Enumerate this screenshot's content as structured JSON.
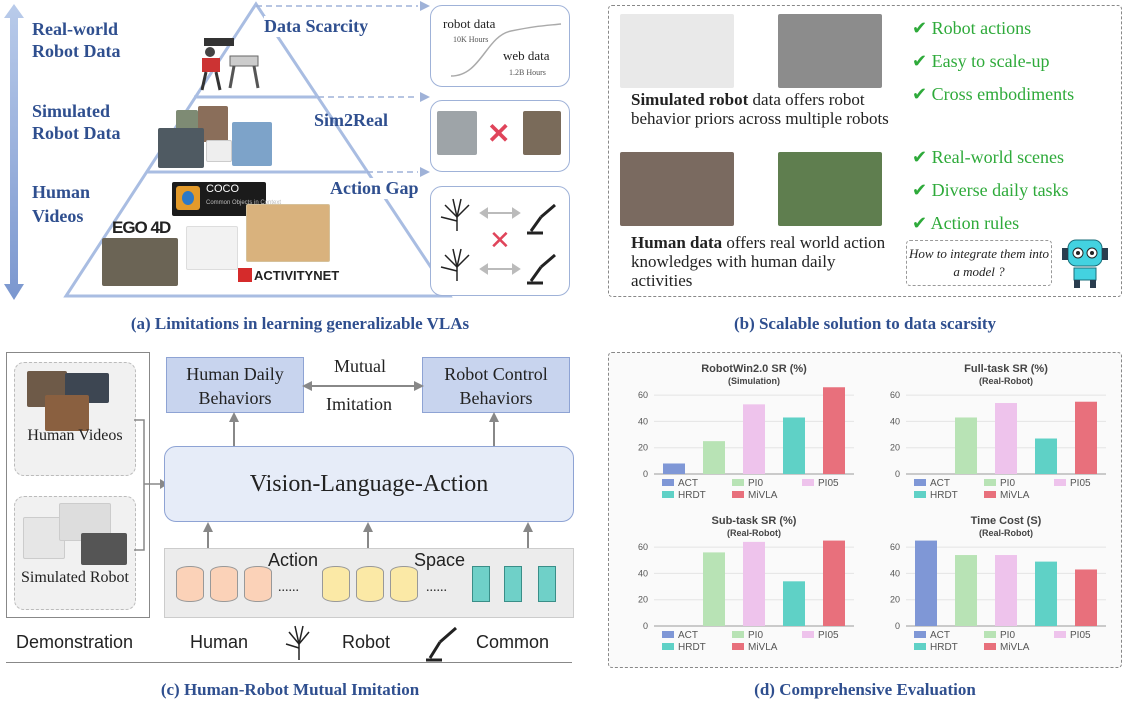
{
  "panel_a": {
    "caption": "(a) Limitations in learning generalizable VLAs",
    "left_labels": [
      "Real-world Robot Data",
      "Simulated Robot Data",
      "Human Videos"
    ],
    "gap_labels": [
      "Data Scarcity",
      "Sim2Real",
      "Action Gap"
    ],
    "robot_data": "robot data",
    "robot_hours": "10K Hours",
    "web_data": "web data",
    "web_hours": "1.2B Hours",
    "logos": {
      "coco": "COCO",
      "coco_sub": "Common Objects in Context",
      "ego": "EGO 4D",
      "activitynet": "ACTIVITYNET"
    }
  },
  "panel_b": {
    "caption": "(b) Scalable solution to data scarsity",
    "sim_bold": "Simulated robot",
    "sim_rest": " data offers robot behavior priors across multiple robots",
    "human_bold": "Human data",
    "human_rest": " offers real world action knowledges with human daily activities",
    "checks_top": [
      "Robot actions",
      "Easy to scale-up",
      "Cross embodiments"
    ],
    "checks_bottom": [
      "Real-world scenes",
      "Diverse daily tasks",
      "Action rules"
    ],
    "question": "How to integrate them into a model ?"
  },
  "panel_c": {
    "caption": "(c) Human-Robot Mutual Imitation",
    "human_videos": "Human Videos",
    "simulated_robot": "Simulated Robot",
    "demonstration": "Demonstration",
    "human_daily": "Human Daily Behaviors",
    "robot_control": "Robot Control Behaviors",
    "mutual": "Mutual",
    "imitation": "Imitation",
    "vla": "Vision-Language-Action",
    "action": "Action",
    "space": "Space",
    "dots": "......",
    "human": "Human",
    "robot": "Robot",
    "common": "Common"
  },
  "panel_d": {
    "caption": "(d) Comprehensive Evaluation"
  },
  "chart_data": [
    {
      "type": "bar",
      "title": "RobotWin2.0 SR (%)",
      "subtitle": "(Simulation)",
      "categories": [
        "ACT",
        "PI0",
        "PI05",
        "HRDT",
        "MiVLA"
      ],
      "values": [
        8,
        25,
        53,
        43,
        66
      ],
      "ylim": [
        0,
        70
      ],
      "yticks": [
        0,
        20,
        40,
        60
      ],
      "colors": [
        "#7f97d6",
        "#b8e3b5",
        "#eec3ec",
        "#5fd1c6",
        "#e8707c"
      ]
    },
    {
      "type": "bar",
      "title": "Full-task SR (%)",
      "subtitle": "(Real-Robot)",
      "categories": [
        "ACT",
        "PI0",
        "PI05",
        "HRDT",
        "MiVLA"
      ],
      "values": [
        0,
        43,
        54,
        27,
        55
      ],
      "ylim": [
        0,
        70
      ],
      "yticks": [
        0,
        20,
        40,
        60
      ],
      "colors": [
        "#7f97d6",
        "#b8e3b5",
        "#eec3ec",
        "#5fd1c6",
        "#e8707c"
      ]
    },
    {
      "type": "bar",
      "title": "Sub-task SR (%)",
      "subtitle": "(Real-Robot)",
      "categories": [
        "ACT",
        "PI0",
        "PI05",
        "HRDT",
        "MiVLA"
      ],
      "values": [
        0,
        56,
        64,
        34,
        65
      ],
      "ylim": [
        0,
        70
      ],
      "yticks": [
        0,
        20,
        40,
        60
      ],
      "colors": [
        "#7f97d6",
        "#b8e3b5",
        "#eec3ec",
        "#5fd1c6",
        "#e8707c"
      ]
    },
    {
      "type": "bar",
      "title": "Time Cost (S)",
      "subtitle": "(Real-Robot)",
      "categories": [
        "ACT",
        "PI0",
        "PI05",
        "HRDT",
        "MiVLA"
      ],
      "values": [
        65,
        54,
        54,
        49,
        43
      ],
      "ylim": [
        0,
        70
      ],
      "yticks": [
        0,
        20,
        40,
        60
      ],
      "colors": [
        "#7f97d6",
        "#b8e3b5",
        "#eec3ec",
        "#5fd1c6",
        "#e8707c"
      ]
    }
  ]
}
